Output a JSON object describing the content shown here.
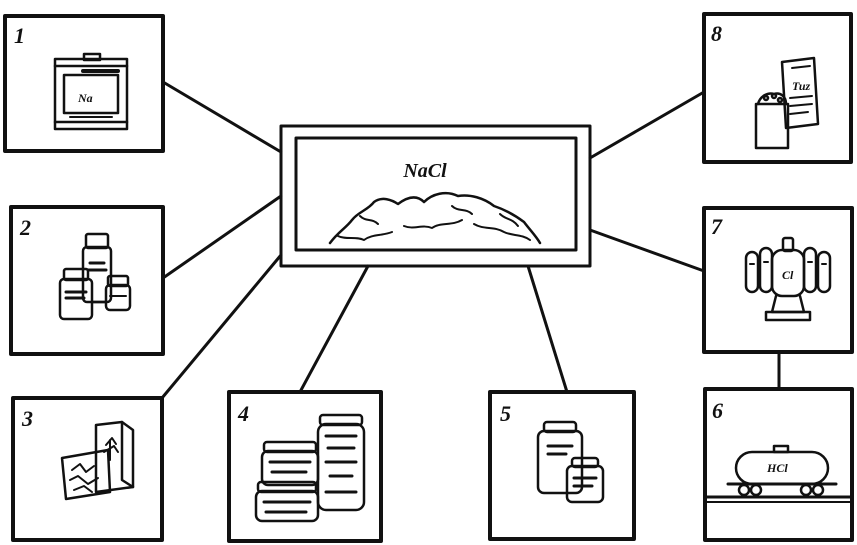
{
  "center": {
    "formula": "NaCl"
  },
  "panels": [
    {
      "number": "1",
      "label": "Na"
    },
    {
      "number": "2"
    },
    {
      "number": "3"
    },
    {
      "number": "4"
    },
    {
      "number": "5"
    },
    {
      "number": "6",
      "label": "HCl"
    },
    {
      "number": "7",
      "label": "Cl"
    },
    {
      "number": "8",
      "label": "Tuz"
    }
  ],
  "colors": {
    "ink": "#111111",
    "paper": "#ffffff"
  },
  "icons": {
    "panel_1": "sodium-can-icon",
    "panel_2": "medicine-jars-icon",
    "panel_3": "packaged-goods-icon",
    "panel_4": "preserves-jars-icon",
    "panel_5": "food-jars-icon",
    "panel_6": "tank-car-icon",
    "panel_7": "gas-cylinders-icon",
    "panel_8": "salt-packages-icon"
  }
}
